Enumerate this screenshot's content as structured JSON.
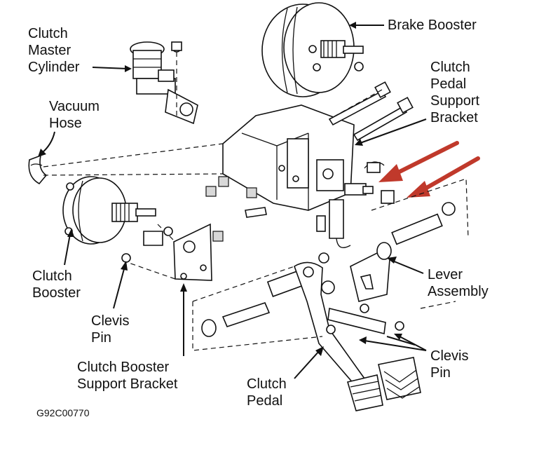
{
  "labels": {
    "clutch_master_cylinder": [
      "Clutch",
      "Master",
      "Cylinder"
    ],
    "brake_booster": "Brake Booster",
    "clutch_pedal_support_bracket": [
      "Clutch",
      "Pedal",
      "Support",
      "Bracket"
    ],
    "vacuum_hose": [
      "Vacuum",
      "Hose"
    ],
    "clutch_booster": [
      "Clutch",
      "Booster"
    ],
    "clevis_pin_left": [
      "Clevis",
      "Pin"
    ],
    "clutch_booster_support_bracket": [
      "Clutch Booster",
      "Support Bracket"
    ],
    "clutch_pedal": [
      "Clutch",
      "Pedal"
    ],
    "lever_assembly": [
      "Lever",
      "Assembly"
    ],
    "clevis_pin_right": [
      "Clevis",
      "Pin"
    ]
  },
  "figure_code": "G92C00770",
  "colors": {
    "highlight_arrows": "#c0392b",
    "line": "#111111"
  }
}
